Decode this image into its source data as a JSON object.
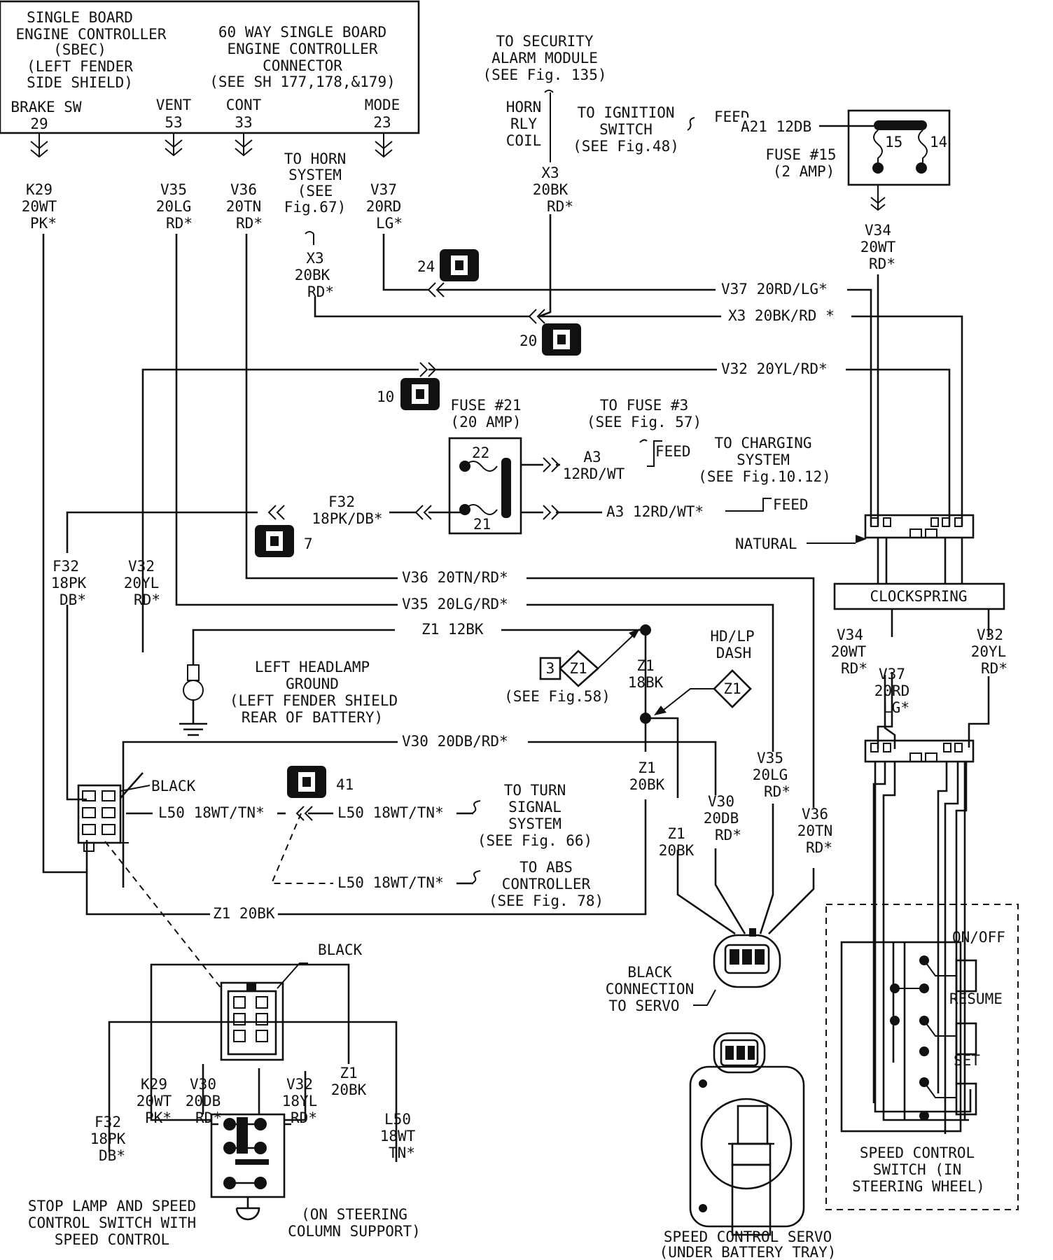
{
  "diagram": {
    "sbec": {
      "title_lines": [
        "SINGLE BOARD",
        "ENGINE CONTROLLER",
        "(SBEC)",
        "(LEFT FENDER",
        "SIDE SHIELD)"
      ],
      "connector_lines": [
        "60 WAY SINGLE BOARD",
        "ENGINE CONTROLLER",
        "CONNECTOR",
        "(SEE SH 177,178,&179)"
      ],
      "pins": [
        {
          "name": "BRAKE SW",
          "num": "29"
        },
        {
          "name": "VENT",
          "num": "53"
        },
        {
          "name": "CONT",
          "num": "33"
        },
        {
          "name": "MODE",
          "num": "23"
        }
      ]
    },
    "wires_top": [
      [
        "K29",
        "20WT",
        "PK*"
      ],
      [
        "V35",
        "20LG",
        "RD*"
      ],
      [
        "V36",
        "20TN",
        "RD*"
      ],
      [
        "V37",
        "20RD",
        "LG*"
      ]
    ],
    "horn_system": [
      "TO HORN",
      "SYSTEM",
      "(SEE",
      "Fig.67)"
    ],
    "horn_wire": [
      "X3",
      "20BK",
      "RD*"
    ],
    "security": [
      "TO SECURITY",
      "ALARM MODULE",
      "(SEE Fig. 135)"
    ],
    "horn_relay": [
      "HORN",
      "RLY",
      "COIL"
    ],
    "security_wire": [
      "X3",
      "20BK",
      "RD*"
    ],
    "ignition": [
      "TO IGNITION",
      "SWITCH",
      "(SEE Fig.48)"
    ],
    "feed_label": "FEED",
    "a21_wire": "A21 12DB",
    "fuse15": {
      "pins": [
        "15",
        "14"
      ],
      "lines": [
        "FUSE #15",
        "(2 AMP)"
      ]
    },
    "v34_top": [
      "V34",
      "20WT",
      "RD*"
    ],
    "connectors": [
      "24",
      "20",
      "10",
      "7",
      "41"
    ],
    "bus_labels": {
      "v37": "V37 20RD/LG*",
      "x3": "X3 20BK/RD *",
      "v32": "V32 20YL/RD*",
      "v36": "V36 20TN/RD*",
      "v35": "V35 20LG/RD*",
      "z1": "Z1 12BK",
      "v30": "V30 20DB/RD*",
      "l50a": "L50 18WT/TN*",
      "l50b": "L50 18WT/TN*",
      "l50c": "L50 18WT/TN*",
      "z1b": "Z1 20BK"
    },
    "fuse21": {
      "title": [
        "FUSE #21",
        "(20 AMP)"
      ],
      "pins": [
        "22",
        "21"
      ]
    },
    "fuse3": [
      "TO FUSE #3",
      "(SEE Fig. 57)"
    ],
    "a3_top": [
      "A3",
      "12RD/WT"
    ],
    "a3_bottom": "A3 12RD/WT*",
    "charging": [
      "TO CHARGING",
      "SYSTEM",
      "(SEE Fig.10.12)"
    ],
    "f32_top": [
      "F32",
      "18PK/DB*"
    ],
    "natural": "NATURAL",
    "clockspring": "CLOCKSPRING",
    "f32_left": [
      "F32",
      "18PK",
      "DB*"
    ],
    "v32_left": [
      "V32",
      "20YL",
      "RD*"
    ],
    "headlamp_ground": [
      "LEFT HEADLAMP",
      "GROUND",
      "(LEFT FENDER SHIELD",
      "REAR OF BATTERY)"
    ],
    "splice_z1": {
      "num": "3",
      "name": "Z1",
      "see": "(SEE Fig.58)"
    },
    "z1_18bk": [
      "Z1",
      "18BK"
    ],
    "hdlp": [
      "HD/LP",
      "DASH"
    ],
    "hdlp_splice": "Z1",
    "cs_v34": [
      "V34",
      "20WT",
      "RD*"
    ],
    "cs_v37": [
      "V37",
      "20RD",
      "LG*"
    ],
    "cs_v32": [
      "V32",
      "20YL",
      "RD*"
    ],
    "black": "BLACK",
    "turn_signal": [
      "TO TURN",
      "SIGNAL",
      "SYSTEM",
      "(SEE Fig. 66)"
    ],
    "abs": [
      "TO ABS",
      "CONTROLLER",
      "(SEE Fig. 78)"
    ],
    "servo_wires": {
      "z1a": [
        "Z1",
        "20BK"
      ],
      "z1b": [
        "Z1",
        "20BK"
      ],
      "v30": [
        "V30",
        "20DB",
        "RD*"
      ],
      "v35": [
        "V35",
        "20LG",
        "RD*"
      ],
      "v36": [
        "V36",
        "20TN",
        "RD*"
      ]
    },
    "servo_connection": [
      "BLACK",
      "CONNECTION",
      "TO SERVO"
    ],
    "switch_labels": [
      "ON/OFF",
      "RESUME",
      "SET"
    ],
    "scs_title": [
      "SPEED CONTROL",
      "SWITCH (IN",
      "STEERING WHEEL)"
    ],
    "stop_black": "BLACK",
    "stop_wires": {
      "k29": [
        "K29",
        "20WT",
        "PK*"
      ],
      "v30": [
        "V30",
        "20DB",
        "RD*"
      ],
      "v32": [
        "V32",
        "18YL",
        "RD*"
      ],
      "z1": [
        "Z1",
        "20BK"
      ],
      "f32": [
        "F32",
        "18PK",
        "DB*"
      ],
      "l50": [
        "L50",
        "18WT",
        "TN*"
      ]
    },
    "stop_lamp": [
      "STOP LAMP AND SPEED",
      "CONTROL SWITCH WITH",
      "SPEED CONTROL"
    ],
    "steering_column": [
      "(ON STEERING",
      "COLUMN SUPPORT)"
    ],
    "servo_title": [
      "SPEED CONTROL SERVO",
      "(UNDER BATTERY TRAY)"
    ]
  }
}
